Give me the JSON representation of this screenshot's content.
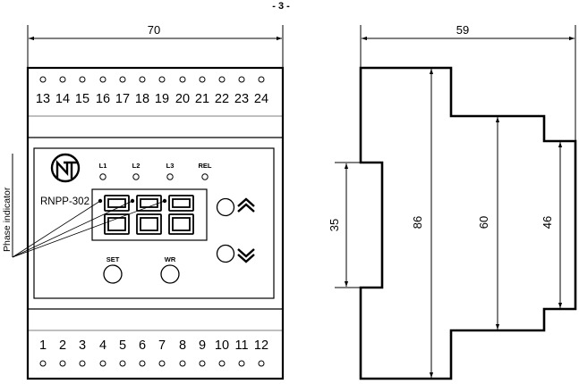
{
  "page_number": "- 3 -",
  "front_view": {
    "width_label": "70",
    "top_terminals": [
      "13",
      "14",
      "15",
      "16",
      "17",
      "18",
      "19",
      "20",
      "21",
      "22",
      "23",
      "24"
    ],
    "bottom_terminals": [
      "1",
      "2",
      "3",
      "4",
      "5",
      "6",
      "7",
      "8",
      "9",
      "10",
      "11",
      "12"
    ],
    "model_name": "RNPP-302",
    "indicators": [
      "L1",
      "L2",
      "L3",
      "REL"
    ],
    "display_digits": "888",
    "buttons": [
      "SET",
      "WR"
    ],
    "phase_indicator_label": "Phase indicator",
    "logo_icon": "nt-logo"
  },
  "side_view": {
    "width_label": "59",
    "heights": [
      "35",
      "86",
      "60",
      "46"
    ]
  }
}
